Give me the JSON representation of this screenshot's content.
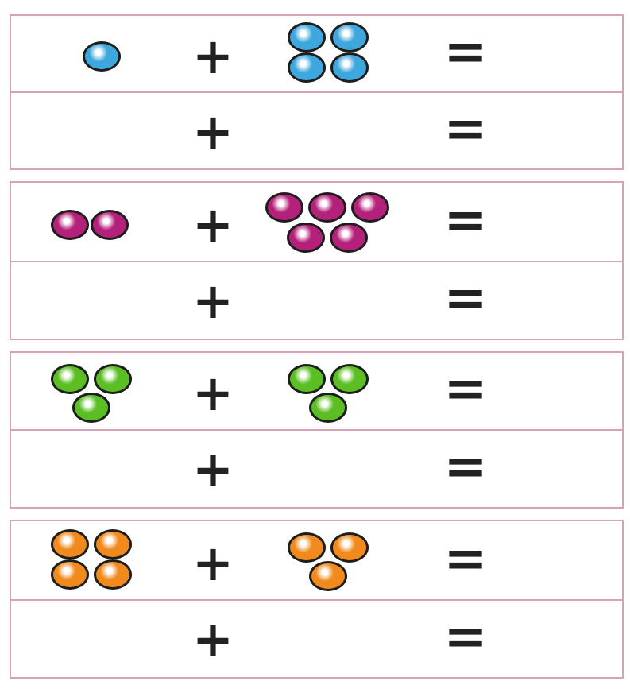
{
  "operators": {
    "plus": "+",
    "equals": "="
  },
  "colors": {
    "border": "#d7a1b8",
    "blue": "#3ea7dd",
    "magenta": "#b4217a",
    "green": "#5bbf24",
    "orange": "#f08a1c"
  },
  "problems": [
    {
      "color": "blue",
      "left_count": 1,
      "right_count": 4
    },
    {
      "color": "magenta",
      "left_count": 2,
      "right_count": 5
    },
    {
      "color": "green",
      "left_count": 3,
      "right_count": 3
    },
    {
      "color": "orange",
      "left_count": 4,
      "right_count": 3
    }
  ]
}
